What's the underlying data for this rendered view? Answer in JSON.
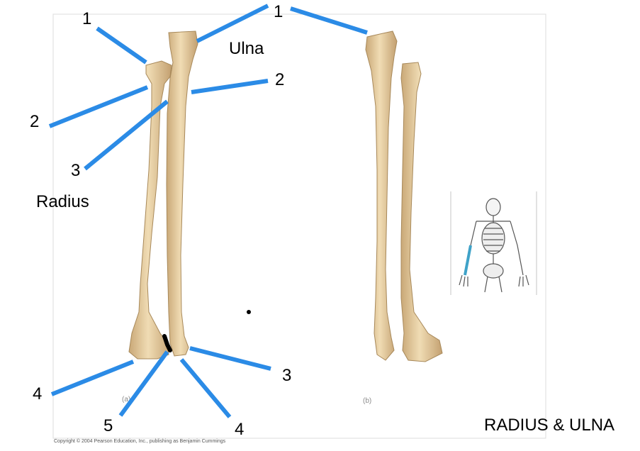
{
  "labels": {
    "ulna": "Ulna",
    "radius": "Radius",
    "title": "RADIUS & ULNA",
    "copyright": "Copyright © 2004 Pearson Education, Inc., publishing as Benjamin Cummings",
    "fig_a": "(a)",
    "fig_b": "(b)"
  },
  "numbers": {
    "left_top_1": "1",
    "top_center_1": "1",
    "right_2": "2",
    "left_2": "2",
    "left_3": "3",
    "right_3": "3",
    "left_4": "4",
    "bottom_5": "5",
    "bottom_4": "4"
  },
  "colors": {
    "leader_line": "#2b8be6",
    "bone": "#e8d2a6",
    "bone_shadow": "#c9a877",
    "frame": "#d9d9d9",
    "highlight_bone": "#4aa6c8"
  }
}
